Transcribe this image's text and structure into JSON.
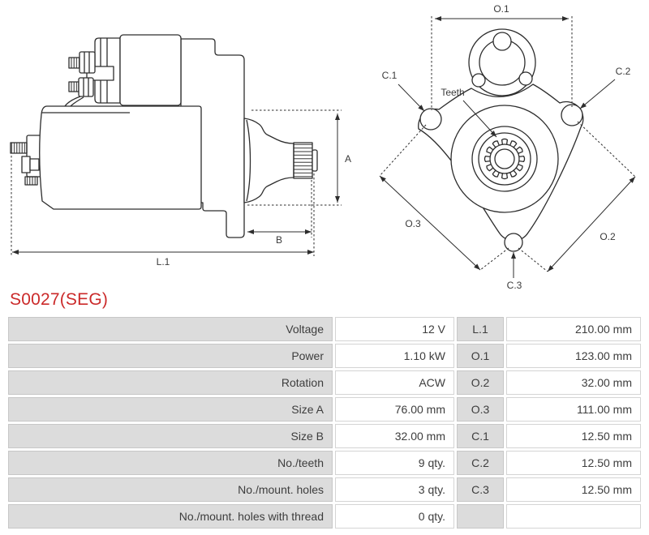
{
  "part": {
    "number": "S0027(SEG)"
  },
  "colors": {
    "accent_red": "#cb2a2a",
    "row_gray": "#dcdcdc",
    "cell_border": "#c7c7c7",
    "text": "#3d3d3d",
    "drawing_line": "#2d2d2d"
  },
  "diagram": {
    "side_view": {
      "labels": {
        "a": "A",
        "b": "B",
        "l1": "L.1"
      }
    },
    "front_view": {
      "labels": {
        "o1": "O.1",
        "o2": "O.2",
        "o3": "O.3",
        "c1": "C.1",
        "c2": "C.2",
        "c3": "C.3",
        "teeth": "Teeth"
      }
    }
  },
  "table": {
    "rows": [
      {
        "label": "Voltage",
        "value": "12 V",
        "dim": "L.1",
        "dim_value": "210.00 mm"
      },
      {
        "label": "Power",
        "value": "1.10 kW",
        "dim": "O.1",
        "dim_value": "123.00 mm"
      },
      {
        "label": "Rotation",
        "value": "ACW",
        "dim": "O.2",
        "dim_value": "32.00 mm"
      },
      {
        "label": "Size A",
        "value": "76.00 mm",
        "dim": "O.3",
        "dim_value": "111.00 mm"
      },
      {
        "label": "Size B",
        "value": "32.00 mm",
        "dim": "C.1",
        "dim_value": "12.50 mm"
      },
      {
        "label": "No./teeth",
        "value": "9 qty.",
        "dim": "C.2",
        "dim_value": "12.50 mm"
      },
      {
        "label": "No./mount. holes",
        "value": "3 qty.",
        "dim": "C.3",
        "dim_value": "12.50 mm"
      },
      {
        "label": "No./mount. holes with thread",
        "value": "0 qty.",
        "dim": "",
        "dim_value": ""
      }
    ]
  }
}
